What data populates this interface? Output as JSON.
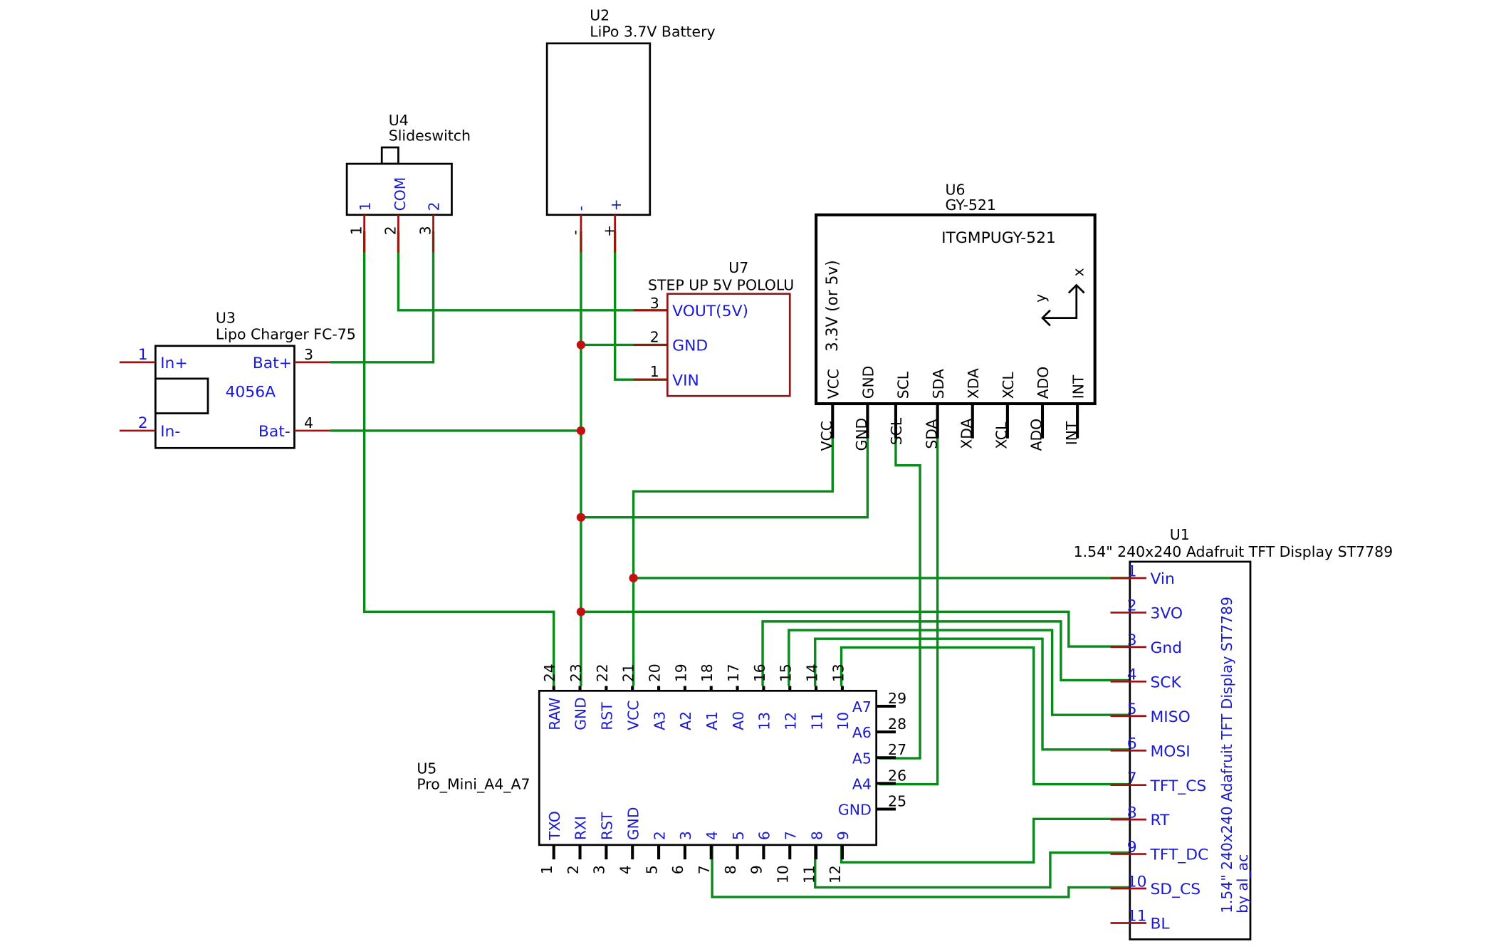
{
  "components": {
    "u1": {
      "ref": "U1",
      "name": "1.54\" 240x240 Adafruit TFT Display ST7789",
      "side_text": "1.54\" 240x240 Adafruit TFT Display ST7789",
      "side_text2": "by al_ac",
      "pins": [
        {
          "num": "1",
          "label": "Vin"
        },
        {
          "num": "2",
          "label": "3VO"
        },
        {
          "num": "3",
          "label": "Gnd"
        },
        {
          "num": "4",
          "label": "SCK"
        },
        {
          "num": "5",
          "label": "MISO"
        },
        {
          "num": "6",
          "label": "MOSI"
        },
        {
          "num": "7",
          "label": "TFT_CS"
        },
        {
          "num": "8",
          "label": "RT"
        },
        {
          "num": "9",
          "label": "TFT_DC"
        },
        {
          "num": "10",
          "label": "SD_CS"
        },
        {
          "num": "11",
          "label": "BL"
        }
      ]
    },
    "u2": {
      "ref": "U2",
      "name": "LiPo 3.7V Battery",
      "pins": [
        {
          "num": "-",
          "label": "-"
        },
        {
          "num": "+",
          "label": "+"
        }
      ]
    },
    "u3": {
      "ref": "U3",
      "name": "Lipo Charger FC-75",
      "chip": "4056A",
      "pins": [
        {
          "num": "1",
          "label": "In+"
        },
        {
          "num": "2",
          "label": "In-"
        },
        {
          "num": "3",
          "label": "Bat+"
        },
        {
          "num": "4",
          "label": "Bat-"
        }
      ]
    },
    "u4": {
      "ref": "U4",
      "name": "Slideswitch",
      "pins": [
        {
          "num": "1",
          "label": "1"
        },
        {
          "num": "2",
          "label": "COM"
        },
        {
          "num": "3",
          "label": "2"
        }
      ]
    },
    "u5": {
      "ref": "U5",
      "name": "Pro_Mini_A4_A7",
      "top_pins": [
        {
          "num": "24",
          "label": "RAW"
        },
        {
          "num": "23",
          "label": "GND"
        },
        {
          "num": "22",
          "label": "RST"
        },
        {
          "num": "21",
          "label": "VCC"
        },
        {
          "num": "20",
          "label": "A3"
        },
        {
          "num": "19",
          "label": "A2"
        },
        {
          "num": "18",
          "label": "A1"
        },
        {
          "num": "17",
          "label": "A0"
        },
        {
          "num": "16",
          "label": "13"
        },
        {
          "num": "15",
          "label": "12"
        },
        {
          "num": "14",
          "label": "11"
        },
        {
          "num": "13",
          "label": "10"
        }
      ],
      "right_pins": [
        {
          "num": "29",
          "label": "A7"
        },
        {
          "num": "28",
          "label": "A6"
        },
        {
          "num": "27",
          "label": "A5"
        },
        {
          "num": "26",
          "label": "A4"
        },
        {
          "num": "25",
          "label": "GND"
        }
      ],
      "bottom_pins": [
        {
          "num": "1",
          "label": "TXO"
        },
        {
          "num": "2",
          "label": "RXI"
        },
        {
          "num": "3",
          "label": "RST"
        },
        {
          "num": "4",
          "label": "GND"
        },
        {
          "num": "5",
          "label": "2"
        },
        {
          "num": "6",
          "label": "3"
        },
        {
          "num": "7",
          "label": "4"
        },
        {
          "num": "8",
          "label": "5"
        },
        {
          "num": "9",
          "label": "6"
        },
        {
          "num": "10",
          "label": "7"
        },
        {
          "num": "11",
          "label": "8"
        },
        {
          "num": "12",
          "label": "9"
        }
      ]
    },
    "u6": {
      "ref": "U6",
      "name": "GY-521",
      "chip": "ITGMPUGY-521",
      "supply_note": "3.3V (or 5v)",
      "axis_x": "x",
      "axis_y": "y",
      "pins": [
        {
          "label": "VCC"
        },
        {
          "label": "GND"
        },
        {
          "label": "SCL"
        },
        {
          "label": "SDA"
        },
        {
          "label": "XDA"
        },
        {
          "label": "XCL"
        },
        {
          "label": "ADO"
        },
        {
          "label": "INT"
        }
      ]
    },
    "u7": {
      "ref": "U7",
      "name": "STEP UP 5V POLOLU",
      "pins": [
        {
          "num": "3",
          "label": "VOUT(5V)"
        },
        {
          "num": "2",
          "label": "GND"
        },
        {
          "num": "1",
          "label": "VIN"
        }
      ]
    }
  },
  "colors": {
    "wire": "#0b8a1c",
    "pin": "#a01010",
    "junction": "#c01010",
    "pin_label": "#1a1ad0",
    "outline": "#000000"
  }
}
